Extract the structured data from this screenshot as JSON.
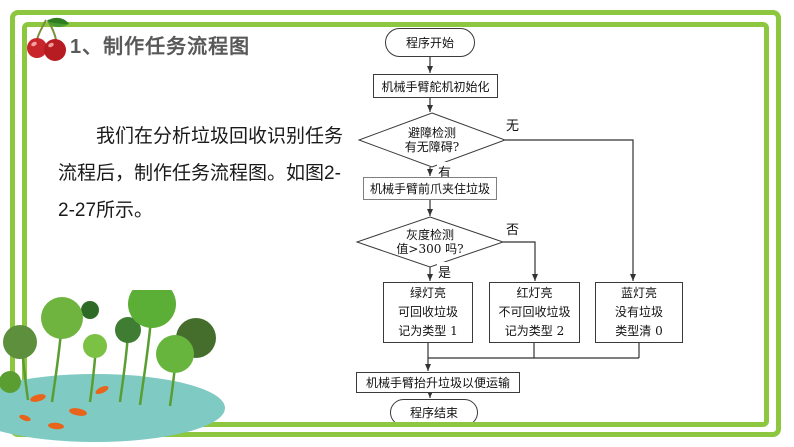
{
  "slide": {
    "title": "1、制作任务流程图",
    "body_text": "我们在分析垃圾回收识别任务流程后，制作任务流程图。如图2-2-27所示。"
  },
  "colors": {
    "frame_green": "#8dc63f",
    "title_gray": "#595959",
    "flow_line": "#3a3a3a",
    "pond_teal": "#7fcac3",
    "fish_orange": "#e8641b",
    "cherry_red": "#c9252c"
  },
  "icons": {
    "cherry": "cherry-icon",
    "plants": "lily-pond-illustration"
  },
  "flowchart": {
    "start": "程序开始",
    "init": "机械手臂舵机初始化",
    "decision1": [
      "避障检测",
      "有无障碍?"
    ],
    "label_no_obstacle": "无",
    "label_has_obstacle": "有",
    "grab": "机械手臂前爪夹住垃圾",
    "decision2": [
      "灰度检测",
      "值>300 吗?"
    ],
    "label_fou": "否",
    "label_shi": "是",
    "green_box": [
      "绿灯亮",
      "可回收垃圾",
      "记为类型 1"
    ],
    "red_box": [
      "红灯亮",
      "不可回收垃圾",
      "记为类型 2"
    ],
    "blue_box": [
      "蓝灯亮",
      "没有垃圾",
      "类型清 0"
    ],
    "lift": "机械手臂抬升垃圾以便运输",
    "end": "程序结束"
  }
}
